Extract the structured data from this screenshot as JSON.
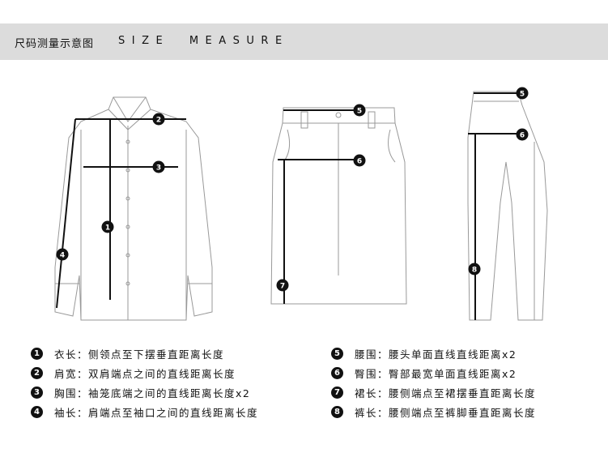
{
  "header": {
    "title_cn": "尺码测量示意图",
    "title_en": "SIZE MEASURE"
  },
  "legend": [
    {
      "num": "1",
      "text": "衣长：侧领点至下摆垂直距离长度"
    },
    {
      "num": "2",
      "text": "肩宽：双肩端点之间的直线距离长度"
    },
    {
      "num": "3",
      "text": "胸围：袖笼底端之间的直线距离长度x2"
    },
    {
      "num": "4",
      "text": "袖长：肩端点至袖口之间的直线距离长度"
    },
    {
      "num": "5",
      "text": "腰围：腰头单面直线直线距离x2"
    },
    {
      "num": "6",
      "text": "臀围：臀部最宽单面直线距离x2"
    },
    {
      "num": "7",
      "text": "裙长：腰侧端点至裙摆垂直距离长度"
    },
    {
      "num": "8",
      "text": "裤长：腰侧端点至裤脚垂直距离长度"
    }
  ],
  "markers": {
    "shirt": [
      "1",
      "2",
      "3",
      "4"
    ],
    "skirt": [
      "5",
      "6",
      "7"
    ],
    "pants": [
      "5",
      "6",
      "8"
    ]
  }
}
